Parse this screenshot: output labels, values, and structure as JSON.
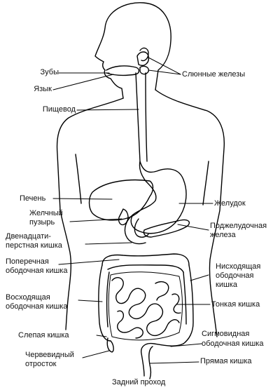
{
  "labels": {
    "teeth": "Зубы",
    "tongue": "Язык",
    "esophagus": "Пищевод",
    "salivary_glands": "Слюнные железы",
    "liver": "Печень",
    "gallbladder_line1": "Желчный",
    "gallbladder_line2": "пузырь",
    "duodenum_line1": "Двенадцати-",
    "duodenum_line2": "перстная кишка",
    "transverse_colon_line1": "Поперечная",
    "transverse_colon_line2": "ободочная кишка",
    "ascending_colon_line1": "Восходящая",
    "ascending_colon_line2": "ободочная кишка",
    "cecum": "Слепая кишка",
    "appendix_line1": "Червевидный",
    "appendix_line2": "отросток",
    "stomach": "Желудок",
    "pancreas_line1": "Поджелудочная",
    "pancreas_line2": "железа",
    "descending_colon_line1": "Нисходящая",
    "descending_colon_line2": "ободочная",
    "descending_colon_line3": "кишка",
    "small_intestine": "Тонкая кишка",
    "sigmoid_colon_line1": "Сигмовидная",
    "sigmoid_colon_line2": "ободочная кишка",
    "rectum": "Прямая кишка",
    "anus": "Задний проход"
  }
}
